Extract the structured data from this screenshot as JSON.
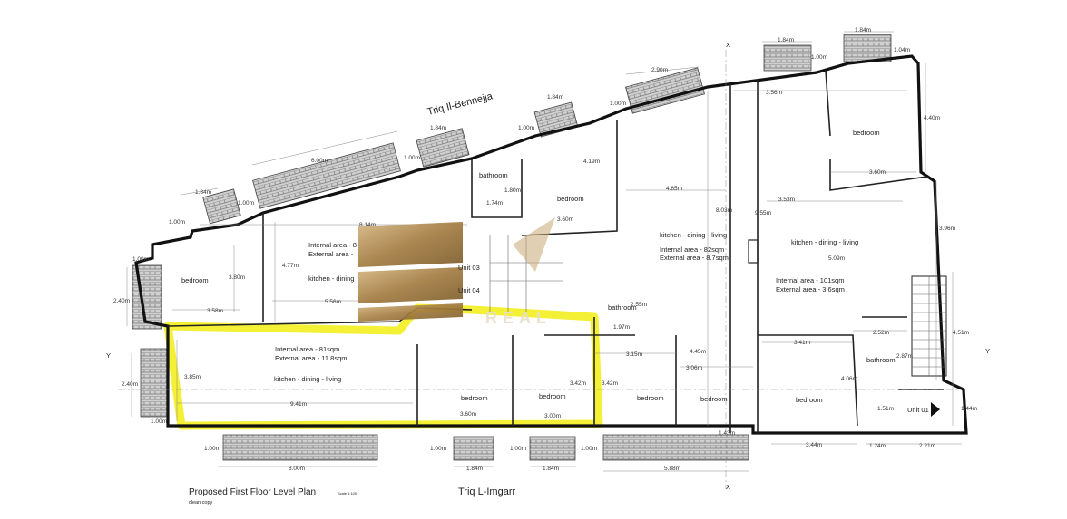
{
  "plan": {
    "title": "Proposed First Floor Level Plan",
    "scale": "Scale 1:100",
    "note": "clean copy",
    "streets": {
      "top": "Triq Il-Bennejja",
      "bottom": "Triq L-Imgarr"
    },
    "axis_marks": {
      "section": "X",
      "side": "Y"
    },
    "watermark_text": "REAL",
    "colors": {
      "highlight": "#f2ef2a",
      "wall": "#111111",
      "balcony_hatch": "#8a8a8a",
      "logo_gold": "#b08a4e"
    },
    "rooms": {
      "bedroom": "bedroom",
      "bathroom": "bathroom",
      "kdl": "kitchen - dining - living",
      "kd_partial": "kitchen - dining"
    },
    "units": {
      "u1": {
        "label": "Unit 01",
        "internal": "Internal area - 101sqm",
        "external": "External area - 3.6sqm"
      },
      "u2": {
        "internal": "Internal area - 82sqm",
        "external": "External area - 8.7sqm"
      },
      "u3": {
        "label": "Unit 03",
        "internal": "Internal area - 8",
        "external": "External area -"
      },
      "u4": {
        "label": "Unit 04"
      },
      "u5": {
        "internal": "Internal area - 81sqm",
        "external": "External area - 11.8sqm"
      }
    },
    "dims": {
      "d1_84": "1.84m",
      "d1_00": "1.00m",
      "d6_00": "6.00m",
      "d2_90": "2.90m",
      "d1_04": "1.04m",
      "d3_56": "3.56m",
      "d4_40": "4.40m",
      "d3_60": "3.60m",
      "d3_53": "3.53m",
      "d9_55": "9.55m",
      "d8_03": "8.03m",
      "d4_85": "4.85m",
      "d4_19": "4.19m",
      "d1_74": "1.74m",
      "d1_80": "1.80m",
      "d8_14": "8.14m",
      "d4_77": "4.77m",
      "d3_80": "3.80m",
      "d5_56": "5.56m",
      "d3_58": "3.58m",
      "d2_40": "2.40m",
      "d3_85": "3.85m",
      "d9_41": "9.41m",
      "d8_00": "8.00m",
      "d3_42": "3.42m",
      "d3_00": "3.00m",
      "d3_15": "3.15m",
      "d3_06": "3.06m",
      "d4_45": "4.45m",
      "d1_97": "1.97m",
      "d3_41": "3.41m",
      "d4_06": "4.06m",
      "d2_52": "2.52m",
      "d2_87": "2.87m",
      "d5_09": "5.09m",
      "d3_96": "3.96m",
      "d4_51": "4.51m",
      "d1_51": "1.51m",
      "d1_44": "1.44m",
      "d3_44": "3.44m",
      "d1_24": "1.24m",
      "d2_21": "2.21m",
      "d5_88": "5.88m",
      "d1_43": "1.43m",
      "d2_55": "2.55m"
    }
  }
}
